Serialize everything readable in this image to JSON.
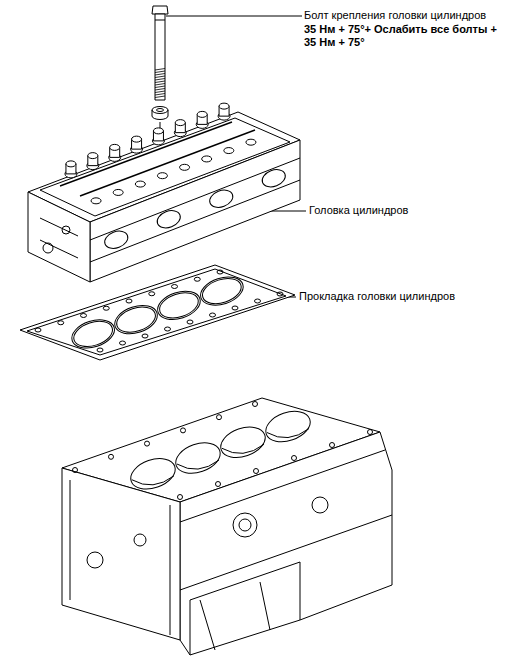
{
  "diagram": {
    "labels": [
      "Болт крепления головки цилиндров",
      "35 Нм + 75°+ Ослабить все болты + 35 Нм + 75°",
      "Головка цилиндров",
      "Прокладка головки цилиндров"
    ]
  }
}
